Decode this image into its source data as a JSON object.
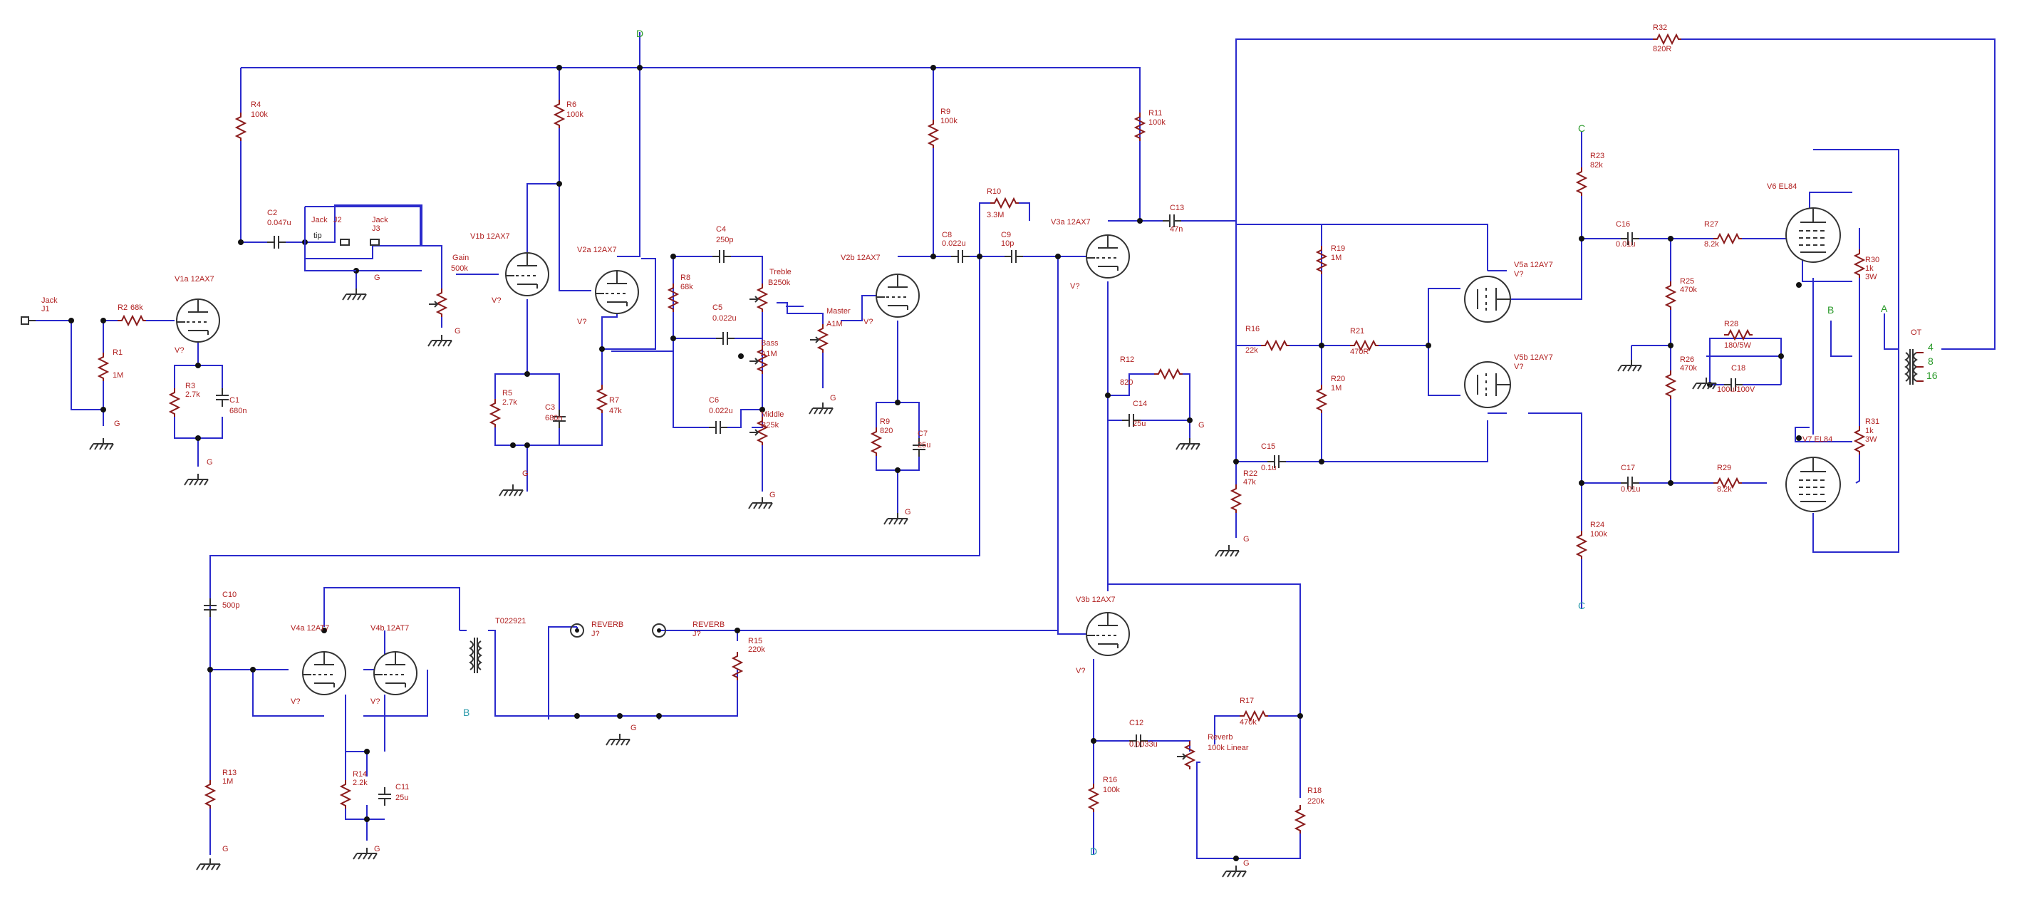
{
  "components": {
    "J1": {
      "name": "Jack",
      "ref": "J1"
    },
    "J2": {
      "name": "Jack",
      "ref": "J2"
    },
    "J3": {
      "name": "Jack",
      "ref": "J3"
    },
    "tip": "tip",
    "R1": {
      "ref": "R1",
      "value": "1M"
    },
    "R2": {
      "ref": "R2",
      "value": "68k"
    },
    "R3": {
      "ref": "R3",
      "value": "2.7k"
    },
    "C1": {
      "ref": "C1",
      "value": "680n"
    },
    "R4": {
      "ref": "R4",
      "value": "100k"
    },
    "C2": {
      "ref": "C2",
      "value": "0.047u"
    },
    "V1a": {
      "name": "V1a 12AX7",
      "ref": "V?"
    },
    "Gain": {
      "name": "Gain",
      "value": "500k"
    },
    "V1b": {
      "name": "V1b 12AX7",
      "ref": "V?"
    },
    "R6": {
      "ref": "R6",
      "value": "100k"
    },
    "R5": {
      "ref": "R5",
      "value": "2.7k"
    },
    "C3": {
      "ref": "C3",
      "value": "680n"
    },
    "V2a": {
      "name": "V2a 12AX7",
      "ref": "V?"
    },
    "R7": {
      "ref": "R7",
      "value": "47k"
    },
    "R8": {
      "ref": "R8",
      "value": "68k"
    },
    "C4": {
      "ref": "C4",
      "value": "250p"
    },
    "Treble": {
      "name": "Treble",
      "value": "B250k"
    },
    "C5": {
      "ref": "C5",
      "value": "0.022u"
    },
    "Bass": {
      "name": "Bass",
      "value": "A1M"
    },
    "C6": {
      "ref": "C6",
      "value": "0.022u"
    },
    "Middle": {
      "name": "Middle",
      "value": "B25k"
    },
    "Master": {
      "name": "Master",
      "value": "A1M"
    },
    "V2b": {
      "name": "V2b 12AX7",
      "ref": "V?"
    },
    "R9": {
      "ref": "R9",
      "value": "820"
    },
    "C7": {
      "ref": "C7",
      "value": "25u"
    },
    "R9b": {
      "ref": "R9",
      "value": "100k"
    },
    "C8": {
      "ref": "C8",
      "value": "0.022u"
    },
    "C9": {
      "ref": "C9",
      "value": "10p"
    },
    "R10": {
      "ref": "R10",
      "value": "3.3M"
    },
    "V3a": {
      "name": "V3a 12AX7",
      "ref": "V?"
    },
    "R11": {
      "ref": "R11",
      "value": "100k"
    },
    "C13": {
      "ref": "C13",
      "value": "47n"
    },
    "R12": {
      "ref": "R12",
      "value": "820"
    },
    "C14": {
      "ref": "C14",
      "value": "25u"
    },
    "V3b": {
      "name": "V3b 12AX7",
      "ref": "V?"
    },
    "C12": {
      "ref": "C12",
      "value": "0.0033u"
    },
    "Reverb": {
      "name": "Reverb",
      "value": "100k Linear"
    },
    "R17": {
      "ref": "R17",
      "value": "470k"
    },
    "R16": {
      "ref": "R16",
      "value": "100k"
    },
    "R18": {
      "ref": "R18",
      "value": "220k"
    },
    "C10": {
      "ref": "C10",
      "value": "500p"
    },
    "R13": {
      "ref": "R13",
      "value": "1M"
    },
    "V4a": {
      "name": "V4a 12AT7",
      "ref": "V?"
    },
    "V4b": {
      "name": "V4b 12AT7",
      "ref": "V?"
    },
    "R14": {
      "ref": "R14",
      "value": "2.2k"
    },
    "C11": {
      "ref": "C11",
      "value": "25u"
    },
    "T1": {
      "name": "T022921"
    },
    "REV1": {
      "name": "REVERB",
      "ref": "J?"
    },
    "REV2": {
      "name": "REVERB",
      "ref": "J?"
    },
    "R15": {
      "ref": "R15",
      "value": "220k"
    },
    "R16b": {
      "ref": "R16",
      "value": "22k"
    },
    "R19": {
      "ref": "R19",
      "value": "1M"
    },
    "R20": {
      "ref": "R20",
      "value": "1M"
    },
    "R21": {
      "ref": "R21",
      "value": "470R"
    },
    "C15": {
      "ref": "C15",
      "value": "0.1u"
    },
    "R22": {
      "ref": "R22",
      "value": "47k"
    },
    "V5a": {
      "name": "V5a 12AY7",
      "ref": "V?"
    },
    "V5b": {
      "name": "V5b 12AY7",
      "ref": "V?"
    },
    "R23": {
      "ref": "R23",
      "value": "82k"
    },
    "R24": {
      "ref": "R24",
      "value": "100k"
    },
    "C16": {
      "ref": "C16",
      "value": "0.01u"
    },
    "C17": {
      "ref": "C17",
      "value": "0.01u"
    },
    "R25": {
      "ref": "R25",
      "value": "470k"
    },
    "R26": {
      "ref": "R26",
      "value": "470k"
    },
    "R27": {
      "ref": "R27",
      "value": "8.2k"
    },
    "R29": {
      "ref": "R29",
      "value": "8.2k"
    },
    "R28": {
      "ref": "R28",
      "value": "180/5W"
    },
    "C18": {
      "ref": "C18",
      "value": "100u/100V"
    },
    "V6": {
      "name": "V6 EL84"
    },
    "V7": {
      "name": "V7 EL84"
    },
    "R30": {
      "ref": "R30",
      "value": "1k",
      "power": "3W"
    },
    "R31": {
      "ref": "R31",
      "value": "1k",
      "power": "3W"
    },
    "R32": {
      "ref": "R32",
      "value": "820R"
    },
    "OT": {
      "name": "OT",
      "taps": [
        "4",
        "8",
        "16"
      ]
    }
  },
  "ground_label": "G",
  "rails": {
    "D": "D",
    "C": "C",
    "B": "B",
    "A": "A"
  }
}
